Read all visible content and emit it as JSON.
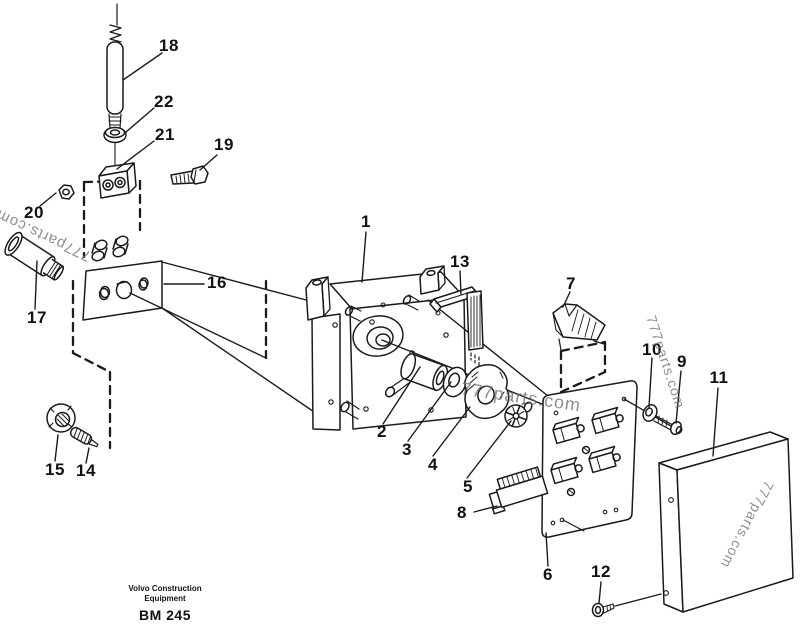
{
  "watermark": {
    "text": "777parts.com"
  },
  "footer": {
    "brand_line1": "Volvo Construction",
    "brand_line2": "Equipment",
    "model": "BM 245"
  },
  "parts": [
    {
      "number": "1"
    },
    {
      "number": "2"
    },
    {
      "number": "3"
    },
    {
      "number": "4"
    },
    {
      "number": "5"
    },
    {
      "number": "6"
    },
    {
      "number": "7"
    },
    {
      "number": "8"
    },
    {
      "number": "9"
    },
    {
      "number": "10"
    },
    {
      "number": "11"
    },
    {
      "number": "12"
    },
    {
      "number": "13"
    },
    {
      "number": "14"
    },
    {
      "number": "15"
    },
    {
      "number": "16"
    },
    {
      "number": "17"
    },
    {
      "number": "18"
    },
    {
      "number": "19"
    },
    {
      "number": "20"
    },
    {
      "number": "21"
    },
    {
      "number": "22"
    }
  ]
}
